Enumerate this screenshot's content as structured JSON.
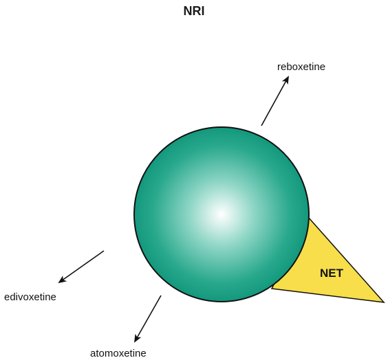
{
  "title": "NRI",
  "transporter": {
    "label": "NET",
    "fill_color": "#f7de4a"
  },
  "sphere": {
    "edge_color": "#0e9479",
    "center_color": "#ffffff"
  },
  "drugs": [
    {
      "name": "reboxetine"
    },
    {
      "name": "edivoxetine"
    },
    {
      "name": "atomoxetine"
    }
  ]
}
